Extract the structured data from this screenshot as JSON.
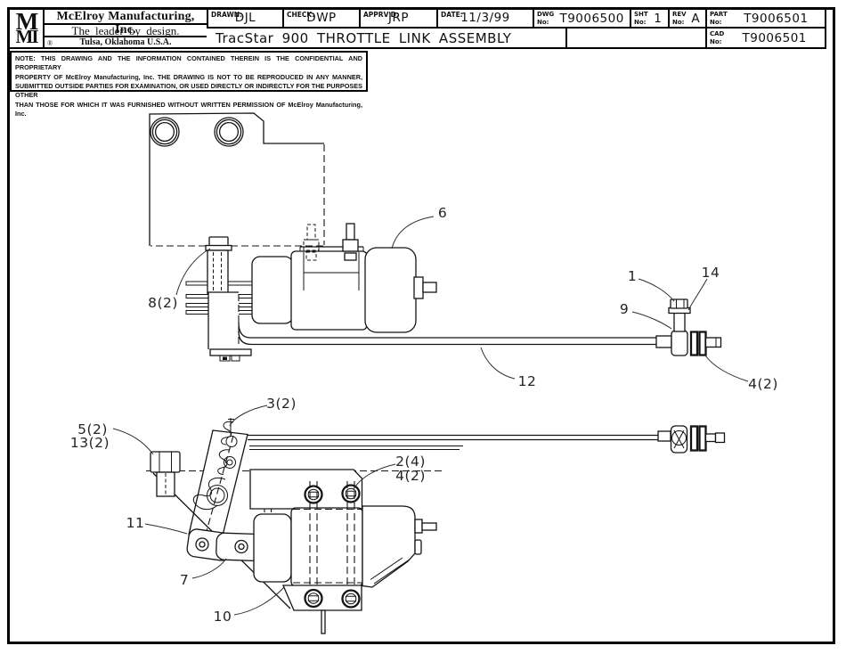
{
  "title_block": {
    "logo_top": "M",
    "logo_bottom": "MI",
    "company_name": "McElroy Manufacturing, Inc.",
    "tagline": "The leader by design.",
    "registered": "®",
    "location": "Tulsa, Oklahoma U.S.A.",
    "drawn_label": "DRAWN:",
    "drawn_value": "DJL",
    "check_label": "CHECK:",
    "check_value": "DWP",
    "apprvd_label": "APPRV'D:",
    "apprvd_value": "JRP",
    "date_label": "DATE:",
    "date_value": "11/3/99",
    "dwg_label_top": "DWG",
    "dwg_label_bottom": "No:",
    "dwg_value": "T9006500",
    "sht_label_top": "SHT",
    "sht_label_bottom": "No:",
    "sht_value": "1",
    "rev_label_top": "REV",
    "rev_label_bottom": "No:",
    "rev_value": "A",
    "part_label_top": "PART",
    "part_label_bottom": "No:",
    "part_value": "T9006501",
    "cad_label_top": "CAD",
    "cad_label_bottom": "No:",
    "cad_value": "T9006501",
    "drawing_title": "TracStar 900 THROTTLE LINK ASSEMBLY"
  },
  "note": {
    "line1": "NOTE: THIS DRAWING AND THE INFORMATION CONTAINED THEREIN IS THE CONFIDENTIAL AND PROPRIETARY",
    "line2": "PROPERTY OF McElroy Manufacturing, Inc. THE DRAWING IS NOT TO BE REPRODUCED IN ANY MANNER,",
    "line3": "SUBMITTED OUTSIDE PARTIES FOR EXAMINATION, OR USED DIRECTLY OR INDIRECTLY FOR THE PURPOSES OTHER",
    "line4": "THAN THOSE FOR WHICH IT WAS FURNISHED WITHOUT WRITTEN PERMISSION OF McElroy Manufacturing, Inc."
  },
  "callouts": {
    "item1": "1",
    "item2": "2(4)",
    "item3": "3(2)",
    "item4_upper": "4(2)",
    "item4_lower": "4(2)",
    "item5": "5(2)",
    "item6": "6",
    "item7": "7",
    "item8": "8(2)",
    "item9": "9",
    "item10": "10",
    "item11": "11",
    "item12": "12",
    "item13": "13(2)",
    "item14": "14"
  },
  "colors": {
    "line": "#141414",
    "background": "#ffffff"
  }
}
